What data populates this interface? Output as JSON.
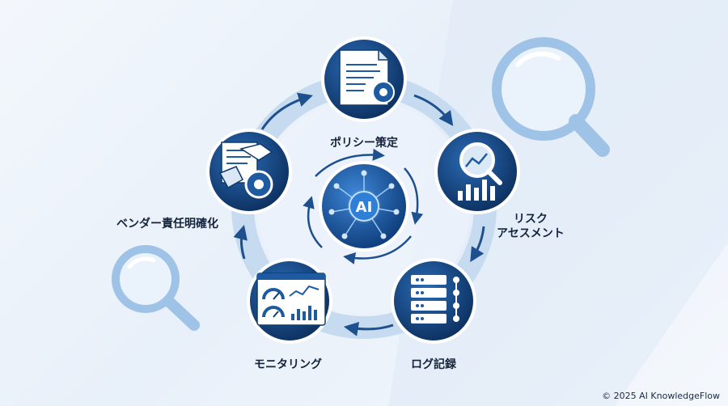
{
  "diagram": {
    "center_label": "AI",
    "nodes": [
      {
        "id": "policy",
        "label": "ポリシー策定",
        "icon": "document-gear-icon"
      },
      {
        "id": "risk",
        "label_line1": "リスク",
        "label_line2": "アセスメント",
        "icon": "magnifier-chart-icon"
      },
      {
        "id": "log",
        "label": "ログ記録",
        "icon": "server-rack-icon"
      },
      {
        "id": "monitor",
        "label": "モニタリング",
        "icon": "dashboard-gauge-icon"
      },
      {
        "id": "vendor",
        "label": "ベンダー責任明確化",
        "icon": "handshake-contract-icon"
      }
    ],
    "colors": {
      "node_dark": "#0f3a6e",
      "node_mid": "#1d5aa0",
      "ring": "#c6dbef",
      "arrow": "#1e4f8e",
      "magnifier": "#9fc3e6"
    }
  },
  "footer": {
    "copyright": "© 2025 AI KnowledgeFlow"
  }
}
